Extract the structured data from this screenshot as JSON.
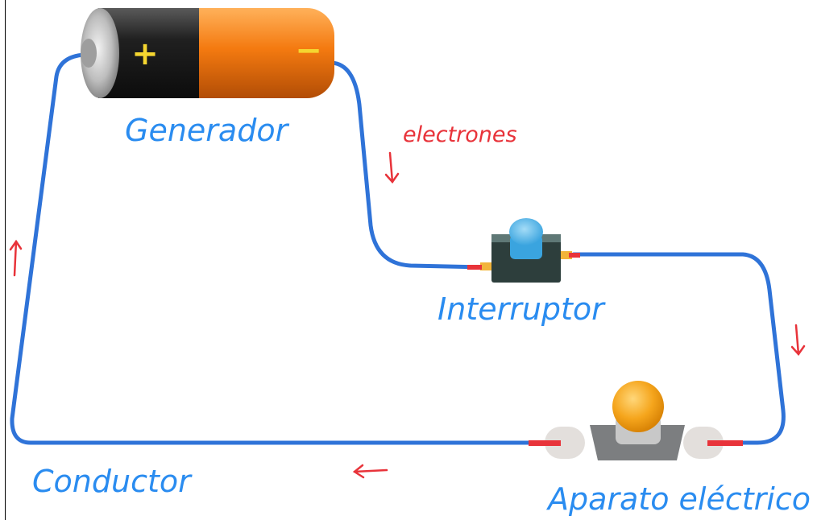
{
  "labels": {
    "generator": "Generador",
    "electrons": "electrones",
    "switch": "Interruptor",
    "conductor": "Conductor",
    "device": "Aparato eléctrico"
  },
  "battery": {
    "plus": "+",
    "minus": "−"
  },
  "colors": {
    "wire": "#2f73d8",
    "label_blue": "#2a8cf0",
    "arrow_red": "#e8333a",
    "battery_orange": "#f07b12",
    "battery_black": "#1d1d1d",
    "bulb": "#f5a51c",
    "switch_button": "#4bb4ea",
    "switch_base": "#2d3e3c"
  }
}
